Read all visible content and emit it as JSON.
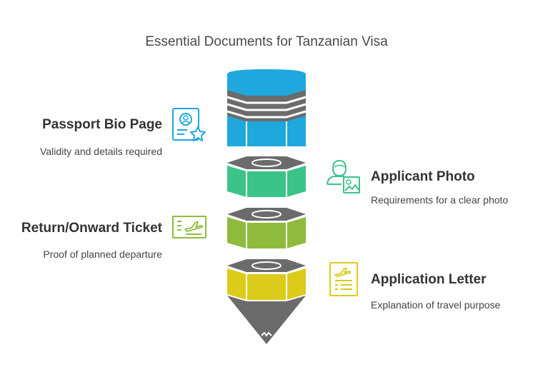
{
  "title": "Essential Documents for Tanzanian Visa",
  "colors": {
    "blue": "#1ea8dd",
    "green": "#3cc389",
    "olive": "#8fbb3c",
    "yellow": "#dccb1a",
    "gray": "#6b6b6b",
    "text": "#333333"
  },
  "items": [
    {
      "title": "Passport Bio Page",
      "desc": "Validity and details required",
      "icon": "passport-star-icon",
      "color": "#1ea8dd"
    },
    {
      "title": "Applicant Photo",
      "desc": "Requirements for a clear photo",
      "icon": "person-photo-icon",
      "color": "#3cc389"
    },
    {
      "title": "Return/Onward Ticket",
      "desc": "Proof of planned departure",
      "icon": "plane-ticket-icon",
      "color": "#8fbb3c"
    },
    {
      "title": "Application Letter",
      "desc": "Explanation of travel purpose",
      "icon": "letter-plane-icon",
      "color": "#dccb1a"
    }
  ]
}
